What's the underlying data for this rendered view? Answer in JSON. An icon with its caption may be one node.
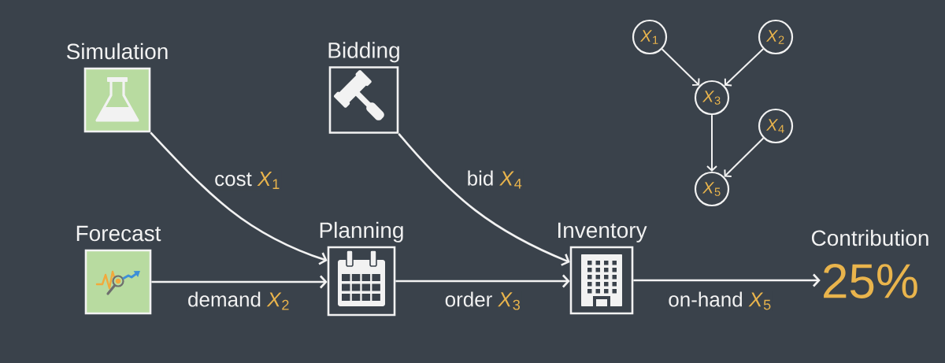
{
  "diagram": {
    "nodes": [
      {
        "text": [
          "Simulation"
        ]
      },
      {
        "text": [
          "Bidding"
        ]
      },
      {
        "text": [
          "*X*$_{1}$"
        ]
      },
      {
        "text": [
          "*X*$_{2}$"
        ]
      },
      {
        "text": [
          "*X*$_{3}$"
        ]
      },
      {
        "text": [
          "*X*$_{4}$"
        ]
      },
      {
        "text": [
          "*X*$_{5}$"
        ]
      },
      {
        "text": [
          "Forecast"
        ]
      },
      {
        "text": [
          "Planning"
        ]
      },
      {
        "text": [
          "Inventory"
        ]
      },
      {
        "text": [
          "Contribution",
          "25%"
        ]
      }
    ],
    "edges": [
      {
        "from": 0,
        "to": 8,
        "arrow": "to",
        "label": "cost *X*$_{1}$"
      },
      {
        "from": 1,
        "to": 9,
        "arrow": "to",
        "label": "bid *X*$_{4}$"
      },
      {
        "from": 7,
        "to": 8,
        "arrow": "to",
        "label": "demand *X*$_{2}$"
      },
      {
        "from": 8,
        "to": 9,
        "arrow": "to",
        "label": "order *X*$_{3}$"
      },
      {
        "from": 9,
        "to": 10,
        "arrow": "to",
        "label": "on-hand *X*$_{5}$"
      },
      {
        "from": 2,
        "to": 4,
        "arrow": "to"
      },
      {
        "from": 3,
        "to": 4,
        "arrow": "to"
      },
      {
        "from": 4,
        "to": 6,
        "arrow": "to"
      },
      {
        "from": 5,
        "to": 6,
        "arrow": "to"
      }
    ]
  }
}
